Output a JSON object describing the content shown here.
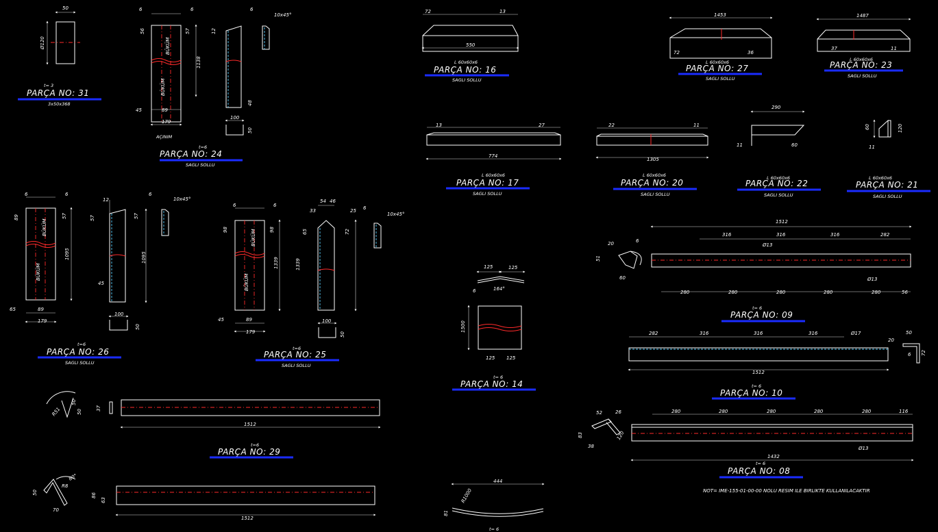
{
  "drawing": {
    "background": "#000000",
    "line_color": "#ffffff",
    "centerline_color": "#ff2a2a",
    "underline_color": "#1a2cff",
    "hidden_line_color": "#5ad0ff"
  },
  "parts": {
    "p31": {
      "title": "PARÇA  NO:  31",
      "note": "t= 3",
      "sub": "3x50x368",
      "dims": {
        "a": "50",
        "b": "Ø120"
      }
    },
    "p24": {
      "title": "PARÇA  NO:  24",
      "note": "t=6",
      "sub": "SAGLI SOLLU",
      "extra": "AÇINIM",
      "dims": {
        "a": "6",
        "b": "6",
        "c": "56",
        "d": "57",
        "e": "1138",
        "f": "45",
        "g": "89",
        "h": "179",
        "i": "10x45°",
        "j": "6",
        "k": "100",
        "l": "50",
        "m": "48",
        "n": "12",
        "bend1": "BÜKÜM",
        "bend2": "BÜKÜM"
      }
    },
    "p16": {
      "title": "PARÇA  NO:  16",
      "note": "L 60x60x6",
      "sub": "SAGLI SOLLU",
      "dims": {
        "a": "72",
        "b": "13",
        "c": "550"
      }
    },
    "p27": {
      "title": "PARÇA  NO:  27",
      "note": "L 60x60x6",
      "sub": "SAGLI SOLLU",
      "dims": {
        "a": "1453",
        "b": "72",
        "c": "36"
      }
    },
    "p23": {
      "title": "PARÇA  NO:  23",
      "note": "L 60x60x6",
      "sub": "SAGLI SOLLU",
      "dims": {
        "a": "1487",
        "b": "37",
        "c": "11"
      }
    },
    "p17": {
      "title": "PARÇA  NO:  17",
      "note": "L 60x60x6",
      "sub": "SAGLI SOLLU",
      "dims": {
        "a": "13",
        "b": "27",
        "c": "774"
      }
    },
    "p20": {
      "title": "PARÇA  NO:  20",
      "note": "L 60x60x6",
      "sub": "SAGLI SOLLU",
      "dims": {
        "a": "22",
        "b": "11",
        "c": "1305"
      }
    },
    "p22": {
      "title": "PARÇA  NO:  22",
      "note": "L 60x60x6",
      "sub": "SAGLI SOLLU",
      "dims": {
        "a": "290",
        "b": "11",
        "c": "60"
      }
    },
    "p21": {
      "title": "PARÇA  NO:  21",
      "note": "L 60x60x6",
      "sub": "SAGLI SOLLU",
      "dims": {
        "a": "60",
        "b": "120",
        "c": "11"
      }
    },
    "p26": {
      "title": "PARÇA  NO:  26",
      "note": "t=6",
      "sub": "SAGLI SOLLU",
      "dims": {
        "a": "6",
        "b": "6",
        "c": "89",
        "d": "57",
        "e": "1095",
        "f": "65",
        "g": "89",
        "h": "179",
        "i": "12",
        "j": "57",
        "k": "57",
        "l": "1095",
        "m": "45",
        "n": "6",
        "o": "10x45°",
        "p": "100",
        "q": "50",
        "bend1": "BÜKÜM",
        "bend2": "BÜKÜM"
      }
    },
    "p25": {
      "title": "PARÇA  NO:  25",
      "note": "t=6",
      "sub": "SAGLI SOLLU",
      "dims": {
        "a": "6",
        "b": "6",
        "c": "98",
        "d": "98",
        "e": "1339",
        "f": "45",
        "g": "89",
        "h": "179",
        "i": "54",
        "j": "46",
        "k": "33",
        "l": "65",
        "m": "25",
        "n": "72",
        "o": "1339",
        "p": "6",
        "q": "10x45°",
        "r": "100",
        "s": "50",
        "bend1": "BÜKÜM",
        "bend2": "BÜKÜM"
      }
    },
    "p14": {
      "title": "PARÇA  NO:  14",
      "note": "t= 6",
      "dims": {
        "a": "125",
        "b": "125",
        "c": "6",
        "d": "164°",
        "e": "1500",
        "f": "125",
        "g": "125"
      }
    },
    "p09": {
      "title": "PARÇA  NO:  09",
      "note": "t= 6",
      "dims": {
        "a": "1512",
        "b": "316",
        "c": "316",
        "d": "316",
        "e": "282",
        "f": "Ø13",
        "g": "Ø13",
        "h": "280",
        "i": "280",
        "j": "280",
        "k": "280",
        "l": "280",
        "m": "56",
        "n": "20",
        "o": "6",
        "p": "51",
        "q": "60"
      }
    },
    "p10": {
      "title": "PARÇA  NO:  10",
      "note": "t= 6",
      "dims": {
        "a": "282",
        "b": "316",
        "c": "316",
        "d": "316",
        "e": "Ø17",
        "f": "1512",
        "g": "20",
        "h": "50",
        "i": "72",
        "j": "6"
      }
    },
    "p08": {
      "title": "PARÇA  NO:  08",
      "note": "t= 6",
      "dims": {
        "a": "280",
        "b": "280",
        "c": "280",
        "d": "280",
        "e": "280",
        "f": "116",
        "g": "1432",
        "h": "Ø13",
        "i": "52",
        "j": "26",
        "k": "120",
        "l": "83",
        "m": "38"
      }
    },
    "p29": {
      "title": "PARÇA  NO:  29",
      "note": "t=6",
      "dims": {
        "a": "R51",
        "b": "50",
        "c": "50",
        "d": "37",
        "e": "1512"
      }
    },
    "p30": {
      "dims": {
        "a": "80°",
        "b": "R8",
        "c": "50",
        "d": "70",
        "e": "86",
        "f": "63",
        "g": "1512"
      }
    },
    "p_bottom": {
      "note": "t= 6",
      "dims": {
        "a": "444",
        "b": "R1000",
        "c": "81"
      }
    }
  },
  "footnote": "NOT= IME-155-01-00-00 NOLU RESIM ILE BIRLIKTE  KULLANILACAKTIR"
}
